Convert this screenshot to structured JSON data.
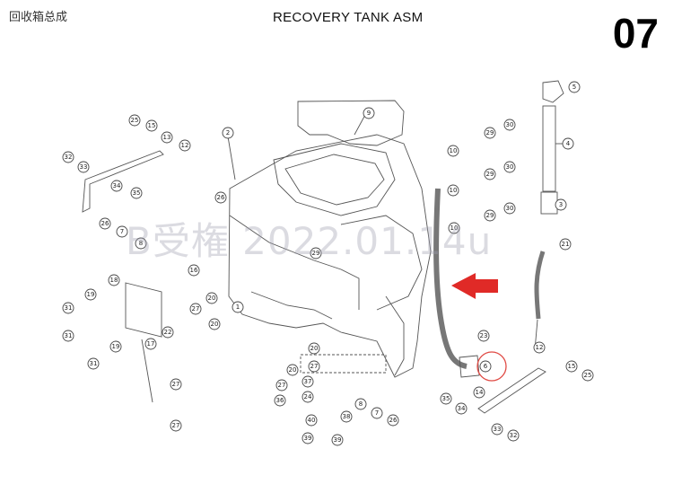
{
  "header": {
    "title_cn": "回收箱总成",
    "title": "RECOVERY TANK ASM",
    "page_number": "07"
  },
  "watermark": "B受権 2022.01.14u",
  "colors": {
    "arrow": "#e02a27",
    "line": "#555555",
    "highlight_circle": "#e04a44"
  },
  "callouts": {
    "c1": "1",
    "c2": "2",
    "c3": "3",
    "c4": "4",
    "c5": "5",
    "c6": "6",
    "c7a": "7",
    "c7b": "7",
    "c8a": "8",
    "c8b": "8",
    "c9": "9",
    "c10a": "10",
    "c10b": "10",
    "c10c": "10",
    "c12a": "12",
    "c12b": "12",
    "c13": "13",
    "c14": "14",
    "c15a": "15",
    "c15b": "15",
    "c16": "16",
    "c17": "17",
    "c18": "18",
    "c19a": "19",
    "c19b": "19",
    "c20a": "20",
    "c20b": "20",
    "c20c": "20",
    "c20d": "20",
    "c21": "21",
    "c22": "22",
    "c23": "23",
    "c24": "24",
    "c25a": "25",
    "c25b": "25",
    "c26a": "26",
    "c26b": "26",
    "c26c": "26",
    "c27a": "27",
    "c27b": "27",
    "c27c": "27",
    "c27d": "27",
    "c27e": "27",
    "c29a": "29",
    "c29b": "29",
    "c29c": "29",
    "c29d": "29",
    "c30a": "30",
    "c30b": "30",
    "c30c": "30",
    "c31a": "31",
    "c31b": "31",
    "c31c": "31",
    "c32a": "32",
    "c32b": "32",
    "c33a": "33",
    "c33b": "33",
    "c34a": "34",
    "c34b": "34",
    "c35a": "35",
    "c35b": "35",
    "c36": "36",
    "c37": "37",
    "c38": "38",
    "c39": "39",
    "c39b": "39",
    "c40": "40"
  }
}
